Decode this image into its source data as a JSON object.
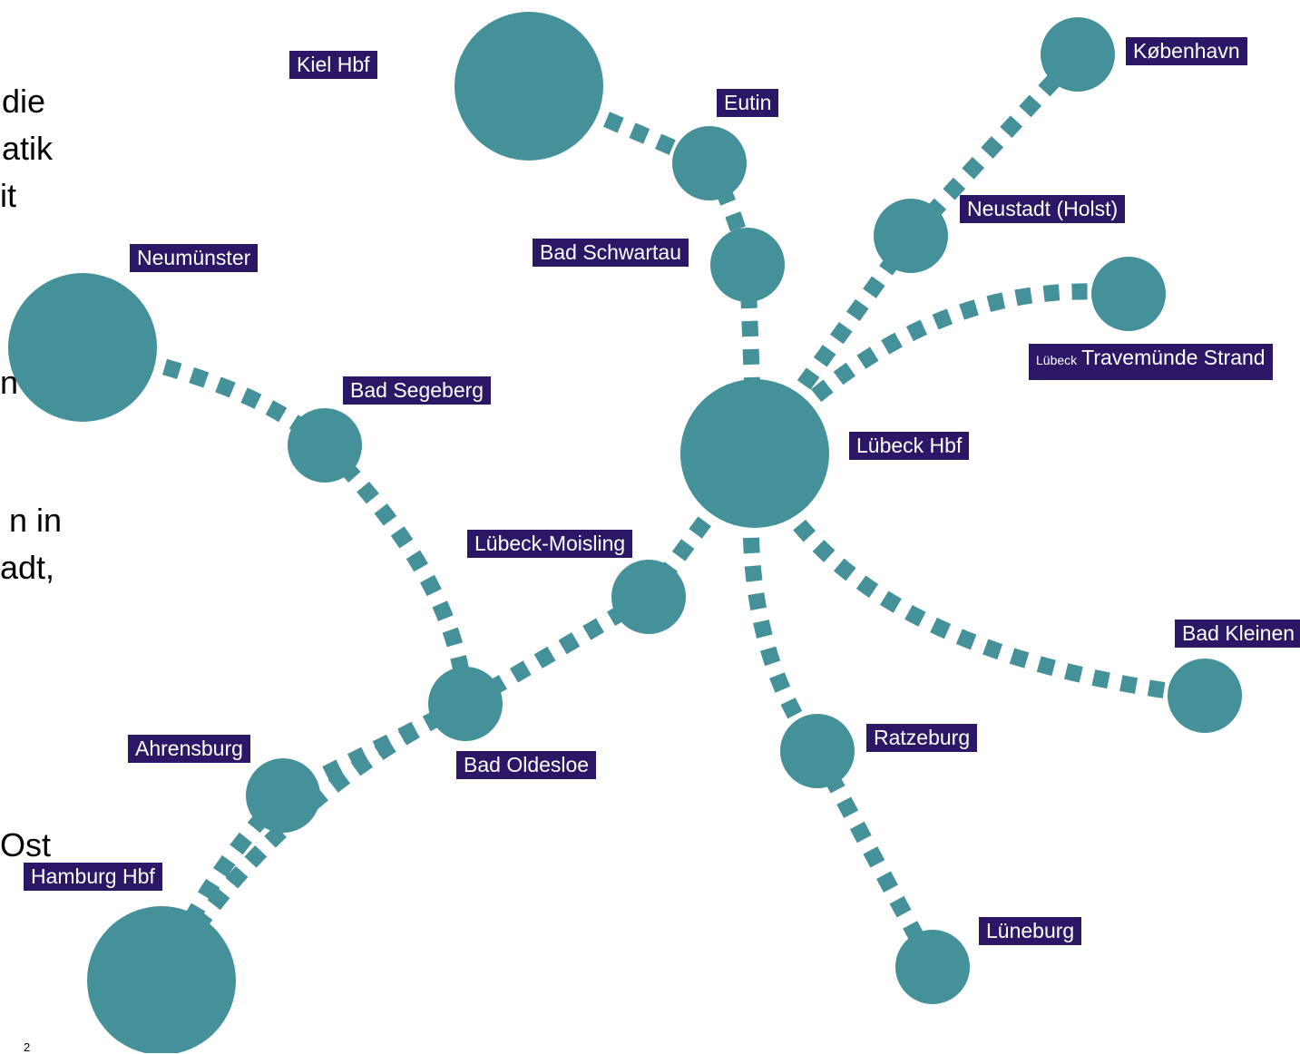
{
  "colors": {
    "station": "#45919a",
    "line": "#45919a",
    "label_bg": "#2b1766",
    "label_text": "#ffffff"
  },
  "text_fragments": [
    "die",
    "atik",
    "it",
    "n",
    "n in",
    "adt,",
    "Ost"
  ],
  "page_number": "2",
  "stations": [
    {
      "id": "kiel",
      "name": "Kiel Hbf",
      "size": "large"
    },
    {
      "id": "eutin",
      "name": "Eutin",
      "size": "small"
    },
    {
      "id": "kobenhavn",
      "name": "København",
      "size": "small"
    },
    {
      "id": "neustadt",
      "name": "Neustadt (Holst)",
      "size": "small"
    },
    {
      "id": "schwartau",
      "name": "Bad Schwartau",
      "size": "small"
    },
    {
      "id": "travemunde",
      "name_prefix": "Lübeck",
      "name": "Travemünde Strand",
      "size": "small"
    },
    {
      "id": "neumunster",
      "name": "Neumünster",
      "size": "large"
    },
    {
      "id": "segeberg",
      "name": "Bad Segeberg",
      "size": "small"
    },
    {
      "id": "lubeck",
      "name": "Lübeck Hbf",
      "size": "large"
    },
    {
      "id": "moisling",
      "name": "Lübeck-Moisling",
      "size": "small"
    },
    {
      "id": "kleinen",
      "name": "Bad Kleinen",
      "size": "small"
    },
    {
      "id": "oldesloe",
      "name": "Bad Oldesloe",
      "size": "small"
    },
    {
      "id": "ratzeburg",
      "name": "Ratzeburg",
      "size": "small"
    },
    {
      "id": "ahrensburg",
      "name": "Ahrensburg",
      "size": "small"
    },
    {
      "id": "hamburg",
      "name": "Hamburg Hbf",
      "size": "large"
    },
    {
      "id": "luneburg",
      "name": "Lüneburg",
      "size": "small"
    }
  ],
  "connections": [
    [
      "kiel",
      "eutin"
    ],
    [
      "eutin",
      "schwartau"
    ],
    [
      "schwartau",
      "lubeck"
    ],
    [
      "lubeck",
      "neustadt"
    ],
    [
      "neustadt",
      "kobenhavn"
    ],
    [
      "lubeck",
      "travemunde"
    ],
    [
      "neumunster",
      "segeberg"
    ],
    [
      "segeberg",
      "oldesloe"
    ],
    [
      "lubeck",
      "moisling"
    ],
    [
      "moisling",
      "oldesloe"
    ],
    [
      "oldesloe",
      "ahrensburg"
    ],
    [
      "ahrensburg",
      "hamburg"
    ],
    [
      "oldesloe",
      "hamburg"
    ],
    [
      "lubeck",
      "kleinen"
    ],
    [
      "lubeck",
      "ratzeburg"
    ],
    [
      "ratzeburg",
      "luneburg"
    ]
  ]
}
